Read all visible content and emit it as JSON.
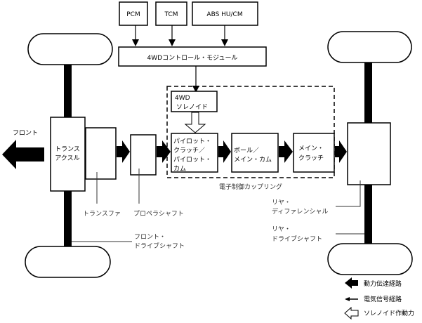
{
  "diagram": {
    "inputs": {
      "pcm": "PCM",
      "tcm": "TCM",
      "abs": "ABS HU/CM"
    },
    "control_module": "4WDコントロール・モジュール",
    "solenoid": [
      "4WD",
      "ソレノイド"
    ],
    "coupling": {
      "label": "電子制御カップリング",
      "pilot": [
        "パイロット・",
        "クラッチ／",
        "パイロット・",
        "カム"
      ],
      "ball_cam": [
        "ボール／",
        "メイン・カム"
      ],
      "main_clutch": [
        "メイン・",
        "クラッチ"
      ]
    },
    "transaxle": [
      "トランス",
      "アクスル"
    ],
    "front_label": "フロント",
    "transfer_label": "トランスファ",
    "propeller_label": "プロペラシャフト",
    "front_drive_shaft": [
      "フロント・",
      "ドライブシャフト"
    ],
    "rear_diff": [
      "リヤ・",
      "ディファレンシャル"
    ],
    "rear_drive_shaft": [
      "リヤ・",
      "ドライブシャフト"
    ]
  },
  "legend": {
    "power": "動力伝達経路",
    "signal": "電気信号経路",
    "solenoid": "ソレノイド作動力"
  }
}
